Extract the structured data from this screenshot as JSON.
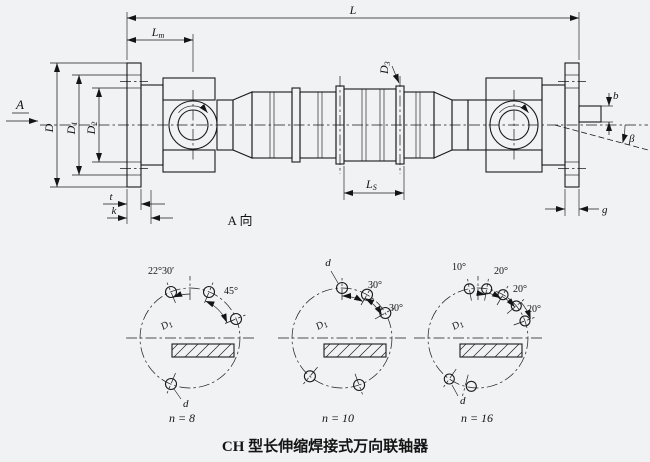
{
  "caption": "CH 型长伸缩焊接式万向联轴器",
  "view_label": "A 向",
  "dims": {
    "L": "L",
    "Lm_main": "L",
    "Lm_sub": "m",
    "D": "D",
    "D1_main": "D",
    "D1_sub": "1",
    "D2_main": "D",
    "D2_sub": "2",
    "D3_main": "D",
    "D3_sub": "3",
    "Ls_main": "L",
    "Ls_sub": "S",
    "t": "t",
    "k": "k",
    "g": "g",
    "b": "b",
    "beta": "β",
    "A": "A"
  },
  "flanges": [
    {
      "n": "n = 8",
      "angle1": "22°30′",
      "angle2": "45°",
      "d": "d",
      "D1_main": "D",
      "D1_sub": "1"
    },
    {
      "n": "n = 10",
      "angle1": "30°",
      "angle2": "30°",
      "d": "d",
      "D1_main": "D",
      "D1_sub": "1"
    },
    {
      "n": "n = 16",
      "angle1": "10°",
      "angle2": "20°",
      "angle3": "20°",
      "angle4": "20°",
      "d": "d",
      "D1_main": "D",
      "D1_sub": "1"
    }
  ]
}
